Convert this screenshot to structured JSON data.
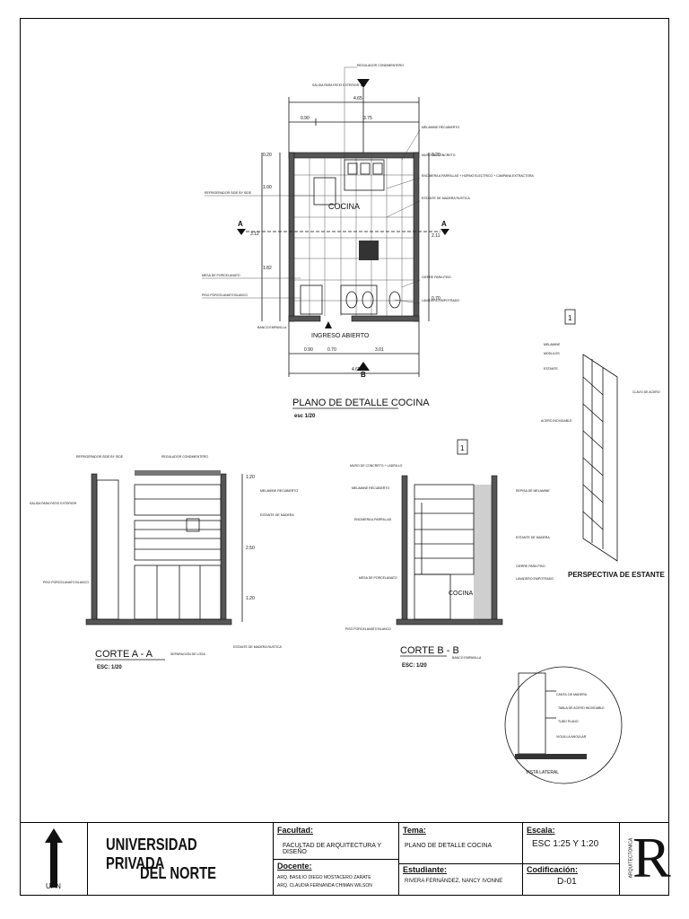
{
  "plan": {
    "title": "PLANO DE DETALLE COCINA",
    "scale": "esc 1/20",
    "section_marks": [
      "A",
      "A",
      "B",
      "B"
    ],
    "label_kitchen": "COCINA",
    "label_entry": "INGRESO ABIERTO",
    "dims_top": [
      "4.65",
      "0.90",
      "3.75"
    ],
    "dims_bottom": [
      "4.65",
      "0.90",
      "0.70",
      "3.01"
    ],
    "dims_left": [
      "0.20",
      "1.00",
      "3.12",
      "1.82"
    ],
    "dims_right": [
      "0.20",
      "2.11",
      "0.70"
    ],
    "notes_top": [
      "REGULADOR CONDIMENTERO",
      "SALIDA PARA PATIO EXTERIOR"
    ],
    "notes_left": [
      "REFRIGERADOR SIDE BY SIDE",
      "MESA DE PORCELANATO",
      "PISO PORCELANATO BLANCO",
      "BANCO EMPAVILLA"
    ],
    "notes_right": [
      "MELAMINE RECUBIERTO",
      "MURO DE CONCRETO",
      "ENCIMERA A PARRILLAS + HORNO ELECTRICO + CAMPANA EXTRACTORA",
      "ESTANTE DE MADERA RUSTICA",
      "CIERRE PARA PISO",
      "LAVADERO EMPOTRADO"
    ]
  },
  "perspective": {
    "title": "PERSPECTIVA DE ESTANTE",
    "mark": "1",
    "notes": [
      "MELAMINE",
      "MODULOS",
      "ESTANTE",
      "ACERO INOXIDABLE",
      "CLAVO DE ACERO"
    ]
  },
  "section_a": {
    "title": "CORTE A - A",
    "scale": "ESC: 1/20",
    "dims": [
      "1.20",
      "2.50",
      "1.20"
    ],
    "notes": [
      "REFRIGERADOR SIDE BY SIDE",
      "REGULADOR CONDIMENTERO",
      "SALIDA PARA PATIO EXTERIOR",
      "MELAMINE RECUBIERTO",
      "ESTANTE DE MADERA",
      "PISO PORCELANATO BLANCO",
      "SEPARACION DE LOSA",
      "ESTANTE DE MADERA RUSTICA"
    ]
  },
  "section_b": {
    "title": "CORTE B - B",
    "scale": "ESC: 1/20",
    "mark": "1",
    "label_kitchen": "COCINA",
    "notes": [
      "MURO DE CONCRETO + LADRILLO",
      "MELAMINE RECUBIERTO",
      "ENCIMERA A PARRILLAS",
      "MESA DE PORCELANATO",
      "PISO PORCELANATO BLANCO",
      "BANCO EMPAVILLA",
      "REPISA DE MELAMINE",
      "ESTANTE DE MADERA",
      "CIERRE PARA PISO",
      "LAVADERO EMPOTRADO"
    ]
  },
  "detail": {
    "label": "VISTA LATERAL",
    "notes": [
      "CANTIL DE MADERA",
      "TABLA DE ACERO INOXIDABLE",
      "TUBO PLANO",
      "VIGUILLA ANGULAR"
    ]
  },
  "title_block": {
    "logo_text": "UPN",
    "university_line1": "UNIVERSIDAD PRIVADA",
    "university_line2": "DEL NORTE",
    "faculty_caption": "Facultad:",
    "faculty_value": "FACULTAD DE ARQUITECTURA Y DISEÑO",
    "teacher_caption": "Docente:",
    "teacher_value1": "ARQ. BASILIO DIEGO MOSTACERO ZARATE",
    "teacher_value2": "ARQ. CLAUDIA FERNANDA CHIMAN WILSON",
    "topic_caption": "Tema:",
    "topic_value": "PLANO DE DETALLE COCINA",
    "student_caption": "Estudiante:",
    "student_value": "RIVERA FERNÁNDEZ, NANCY IVONNE",
    "scale_caption": "Escala:",
    "scale_value": "ESC 1:25 Y 1:20",
    "code_caption": "Codificación:",
    "code_value": "D-01",
    "brand_vertical": "ARQUITECTONICA",
    "brand_letter": "R"
  }
}
